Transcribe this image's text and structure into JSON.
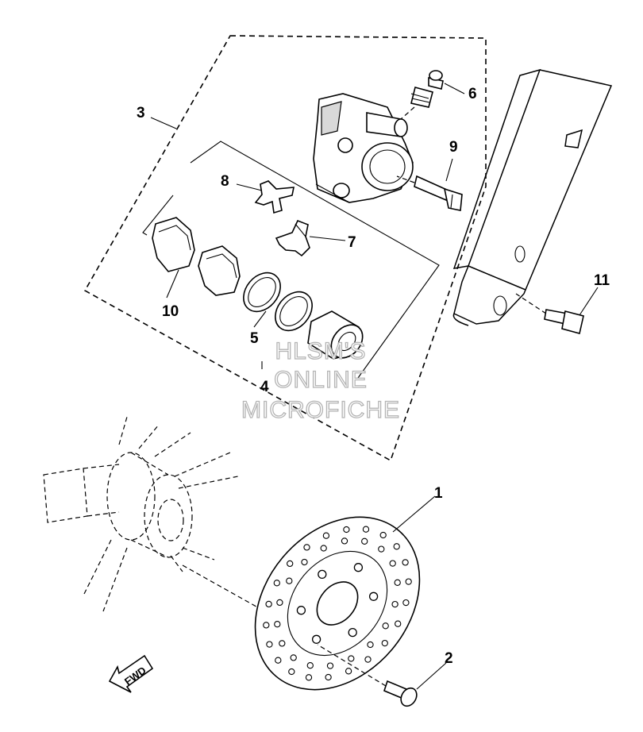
{
  "callouts": [
    {
      "id": "c1",
      "label": "1"
    },
    {
      "id": "c2",
      "label": "2"
    },
    {
      "id": "c3",
      "label": "3"
    },
    {
      "id": "c4",
      "label": "4"
    },
    {
      "id": "c5",
      "label": "5"
    },
    {
      "id": "c6",
      "label": "6"
    },
    {
      "id": "c7",
      "label": "7"
    },
    {
      "id": "c8",
      "label": "8"
    },
    {
      "id": "c9",
      "label": "9"
    },
    {
      "id": "c10",
      "label": "10"
    },
    {
      "id": "c11",
      "label": "11"
    }
  ],
  "fwd_label": "FWD",
  "watermark": [
    "HLSM'S",
    "ONLINE",
    "MICROFICHE"
  ]
}
